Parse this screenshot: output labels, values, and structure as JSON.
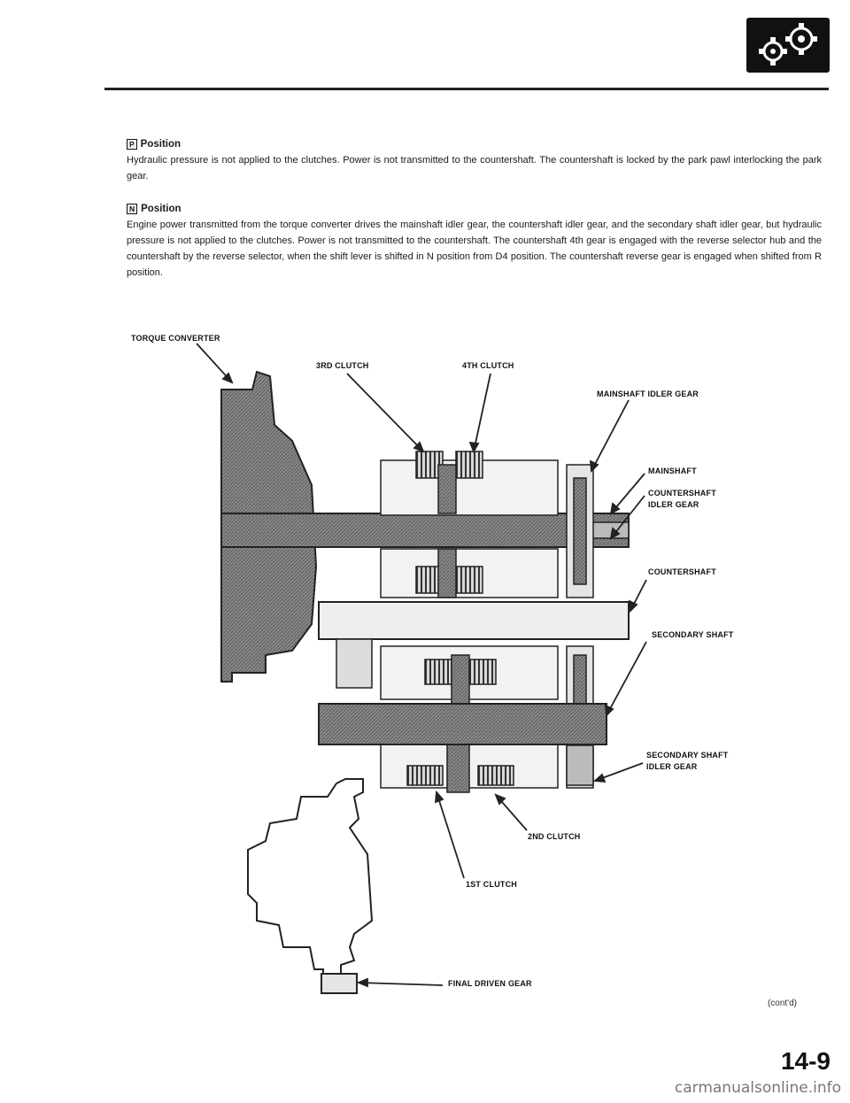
{
  "header": {
    "icon": "gears-icon"
  },
  "sections": {
    "p": {
      "badge": "P",
      "title": "Position",
      "body": "Hydraulic pressure is not applied to the clutches. Power is not transmitted to the countershaft. The countershaft is locked by the park pawl interlocking the park gear."
    },
    "n": {
      "badge": "N",
      "title": "Position",
      "body": "Engine power transmitted from the torque converter drives the mainshaft idler gear, the countershaft idler gear, and the secondary shaft idler gear, but hydraulic pressure is not applied to the clutches. Power is not transmitted to the countershaft. The countershaft 4th gear is engaged with the reverse selector hub and the countershaft by the reverse selector, when the shift lever is shifted in N position from D4 position. The countershaft reverse gear is engaged when shifted from R position."
    }
  },
  "diagram": {
    "labels": {
      "torque_converter": "TORQUE CONVERTER",
      "third_clutch": "3RD CLUTCH",
      "fourth_clutch": "4TH CLUTCH",
      "mainshaft_idler_gear": "MAINSHAFT IDLER GEAR",
      "mainshaft": "MAINSHAFT",
      "countershaft_idler_gear_1": "COUNTERSHAFT",
      "countershaft_idler_gear_2": "IDLER GEAR",
      "countershaft": "COUNTERSHAFT",
      "secondary_shaft": "SECONDARY SHAFT",
      "secondary_shaft_idler_gear_1": "SECONDARY SHAFT",
      "secondary_shaft_idler_gear_2": "IDLER GEAR",
      "second_clutch": "2ND CLUTCH",
      "first_clutch": "1ST CLUTCH",
      "final_driven_gear": "FINAL DRIVEN GEAR"
    }
  },
  "footer": {
    "contd": "(cont'd)",
    "page_number": "14-9",
    "watermark": "carmanualsonline.info"
  }
}
